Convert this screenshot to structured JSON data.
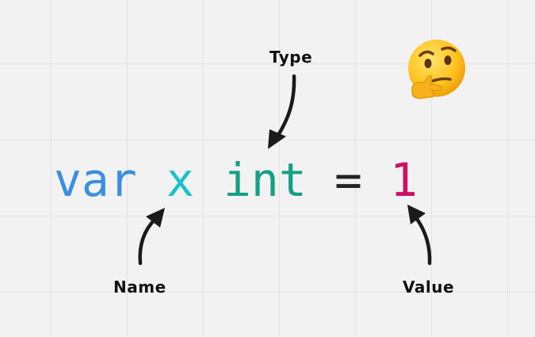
{
  "code": {
    "keyword": "var",
    "name": "x",
    "type": "int",
    "operator": "=",
    "value": "1"
  },
  "labels": {
    "type": "Type",
    "name": "Name",
    "value": "Value"
  },
  "colors": {
    "keyword": "#3b8fe0",
    "name": "#19c2c9",
    "type": "#14a085",
    "operator": "#222222",
    "value": "#cf0f64"
  },
  "icons": {
    "emoji": "thinking-face-icon"
  }
}
